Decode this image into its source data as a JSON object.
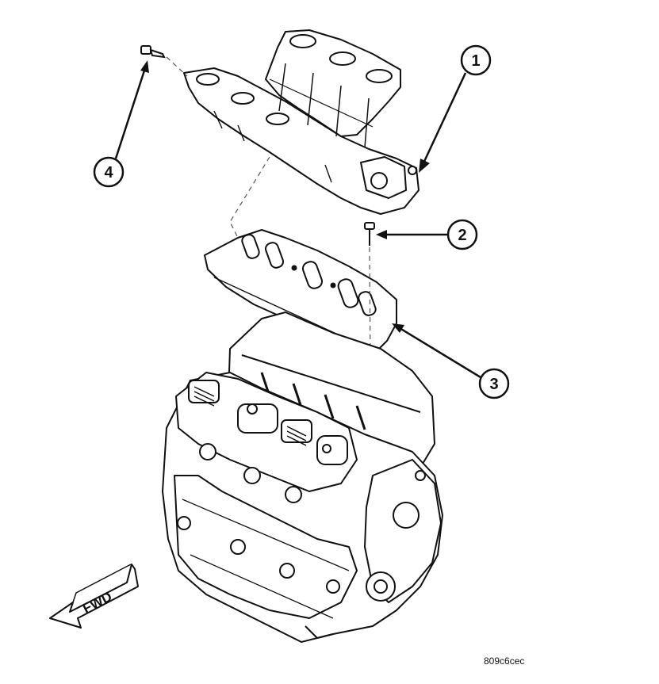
{
  "callouts": [
    {
      "number": "1",
      "part": "intake-manifold"
    },
    {
      "number": "2",
      "part": "manifold-bolt"
    },
    {
      "number": "3",
      "part": "intake-gasket"
    },
    {
      "number": "4",
      "part": "manifold-stud-bolt"
    }
  ],
  "direction_label": "FWD",
  "figure_code": "809c6cec"
}
